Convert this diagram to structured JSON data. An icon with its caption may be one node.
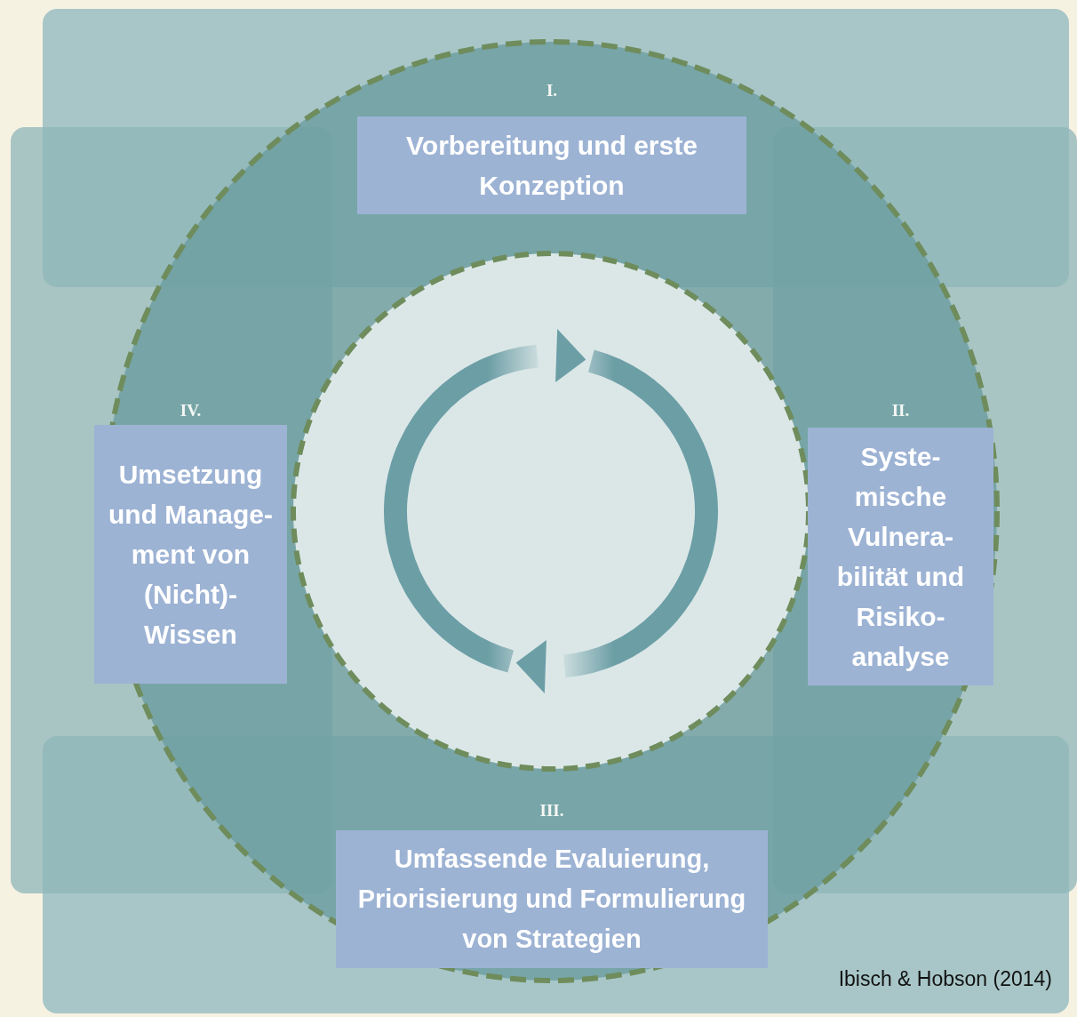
{
  "diagram": {
    "nodes": [
      {
        "text": [
          "I.",
          "Vorbereitung und erste Konzeption"
        ]
      },
      {
        "text": [
          "II.",
          "Syste- mische Vulnera- bilität und Risiko- analyse"
        ]
      },
      {
        "text": [
          "III.",
          "Umfassende Evaluierung, Priorisierung und Formulierung von Strategien"
        ]
      },
      {
        "text": [
          "IV.",
          "Umsetzung und Manage- ment von (Nicht)- Wissen"
        ]
      }
    ],
    "caption": "Ibisch & Hobson (2014)"
  }
}
